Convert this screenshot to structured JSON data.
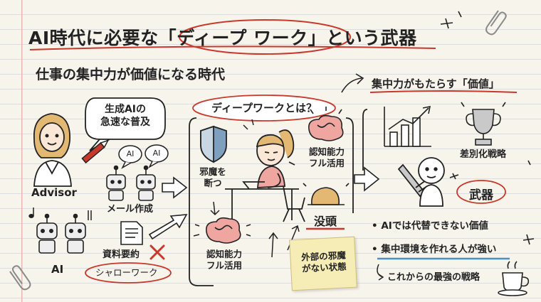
{
  "title": "AI時代に必要な「ディープ ワーク」という武器",
  "subtitle": "仕事の集中力が価値になる時代",
  "left": {
    "bubble": "生成AIの\n急速な普及",
    "advisor_label": "Advisor",
    "ai_bubble_1": "AI",
    "ai_bubble_2": "AI",
    "email_label": "メール作成",
    "ai_label": "AI",
    "doc_label": "資料要約",
    "shallow_label": "シャローワーク"
  },
  "center": {
    "heading": "ディープワークとは？",
    "distraction_block": "邪魔を\n断つ",
    "cognitive_top": "認知能力\nフル活用",
    "immersion": "没頭",
    "cognitive_bottom": "認知能力\nフル活用",
    "sticky_note": "外部の邪魔\nがない状態"
  },
  "right": {
    "heading": "集中力がもたらす「価値」",
    "differentiation": "差別化戦略",
    "weapon": "武器",
    "bullet_1": "AIでは代替できない価値",
    "bullet_2": "集中環境を作れる人が強い",
    "closing": "これからの最強の戦略"
  },
  "colors": {
    "accent_red": "#c8392b",
    "ink": "#222222",
    "sticky": "#f6ecb6",
    "shield_blue": "#7f9fbf",
    "pink": "#f0a6a0",
    "hair": "#e3b873",
    "trophy": "#c9c9c9"
  }
}
